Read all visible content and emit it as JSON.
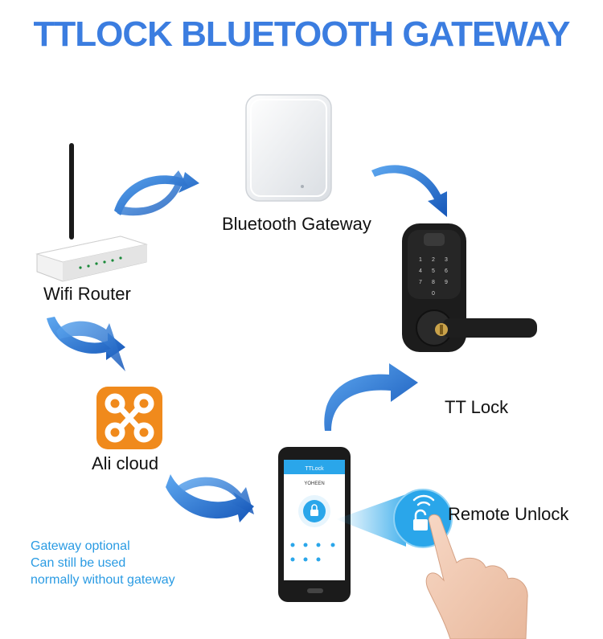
{
  "title": "TTLOCK BLUETOOTH GATEWAY",
  "labels": {
    "gateway": "Bluetooth Gateway",
    "router": "Wifi Router",
    "lock": "TT Lock",
    "cloud": "Ali cloud",
    "remote": "Remote Unlock"
  },
  "note": [
    "Gateway optional",
    "Can still be used",
    "normally without gateway"
  ],
  "phone": {
    "app_title": "TTLock",
    "lock_name": "YOHEEN"
  },
  "colors": {
    "title": "#3b7de0",
    "arrow": "#1f6fcf",
    "note": "#2a9be3",
    "ali_orange": "#f08a1c",
    "app_blue": "#2aa6ea"
  },
  "icons": [
    "router-icon",
    "gateway-icon",
    "smart-lock-icon",
    "ali-cloud-icon",
    "phone-icon",
    "unlock-bubble-icon",
    "hand-icon"
  ]
}
